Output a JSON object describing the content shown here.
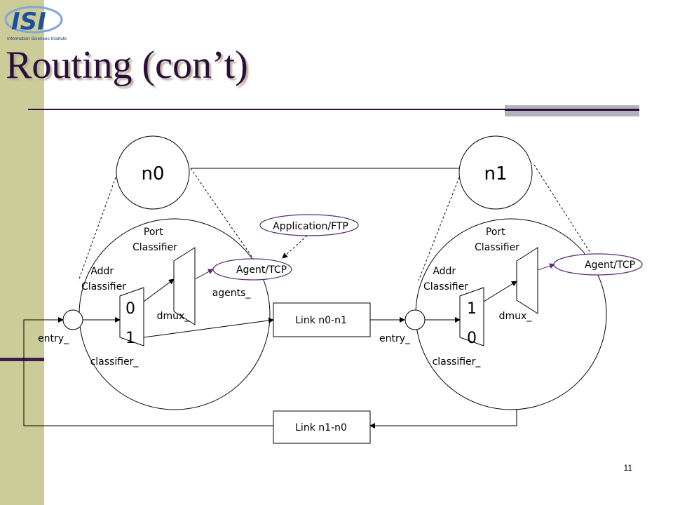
{
  "slide": {
    "title": "Routing (con’t)",
    "page_number": "11",
    "logo": {
      "mark": "ISI",
      "subtitle": "Information Sciences Institute"
    }
  },
  "diagram": {
    "n0": {
      "label": "n0",
      "port_classifier": "Port\nClassifier",
      "addr_classifier": "Addr\nClassifier",
      "slot_top": "0",
      "slot_bottom": "1",
      "entry": "entry_",
      "classifier": "classifier_",
      "dmux": "dmux_",
      "agent": "Agent/TCP",
      "agents": "agents_"
    },
    "n1": {
      "label": "n1",
      "port_classifier": "Port\nClassifier",
      "addr_classifier": "Addr\nClassifier",
      "slot_top": "1",
      "slot_bottom": "0",
      "entry": "entry_",
      "classifier": "classifier_",
      "dmux": "dmux_",
      "agent": "Agent/TCP"
    },
    "application": "Application/FTP",
    "link_n0_n1": "Link n0-n1",
    "link_n1_n0": "Link n1-n0"
  },
  "colors": {
    "sidebar": "#cccc99",
    "title": "#2a0f3a",
    "agent_border": "#5a2d6e"
  }
}
